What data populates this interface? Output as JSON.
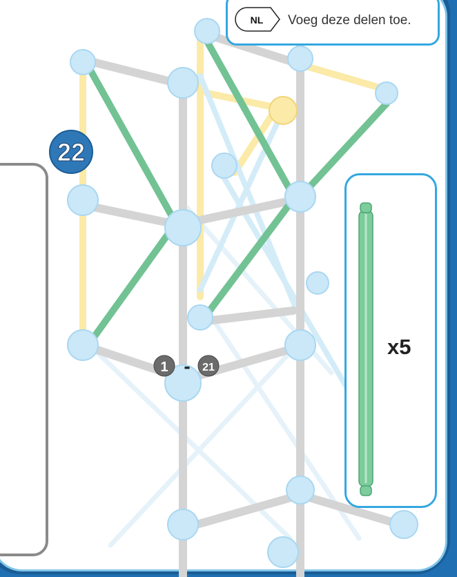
{
  "language": {
    "code": "NL",
    "instruction": "Voeg deze delen toe."
  },
  "step": {
    "number": "22",
    "range_start": "1",
    "range_separator": "-",
    "range_end": "21"
  },
  "parts": {
    "quantity": "x5",
    "part_color": "#7ccc9c"
  },
  "colors": {
    "border_dark_blue": "#1a5c95",
    "accent_blue": "#33a7e0",
    "connector_blue": "#bfe4f7",
    "rod_gray": "#cfcfcf",
    "rod_green": "#6fbf8e",
    "rod_yellow": "#fbe9a6"
  }
}
